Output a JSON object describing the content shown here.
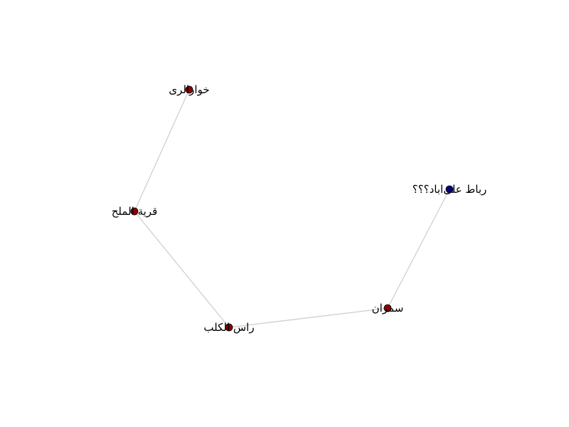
{
  "graph": {
    "colors": {
      "edge": "#cccccc",
      "node_default": "#8b0000",
      "node_highlight": "#00008b"
    },
    "nodes": [
      {
        "id": "khawaral",
        "label": "خوارالری",
        "color": "#8b0000"
      },
      {
        "id": "qaryat",
        "label": "قرية الملح",
        "color": "#8b0000"
      },
      {
        "id": "ras",
        "label": "راس الكلب",
        "color": "#8b0000"
      },
      {
        "id": "samran",
        "label": "سمران",
        "color": "#8b0000"
      },
      {
        "id": "rabat",
        "label": "رباط علی‌اباد؟؟؟",
        "color": "#00008b"
      }
    ],
    "edges": [
      {
        "source": "khawaral",
        "target": "qaryat"
      },
      {
        "source": "qaryat",
        "target": "ras"
      },
      {
        "source": "ras",
        "target": "samran"
      },
      {
        "source": "samran",
        "target": "rabat"
      }
    ]
  }
}
